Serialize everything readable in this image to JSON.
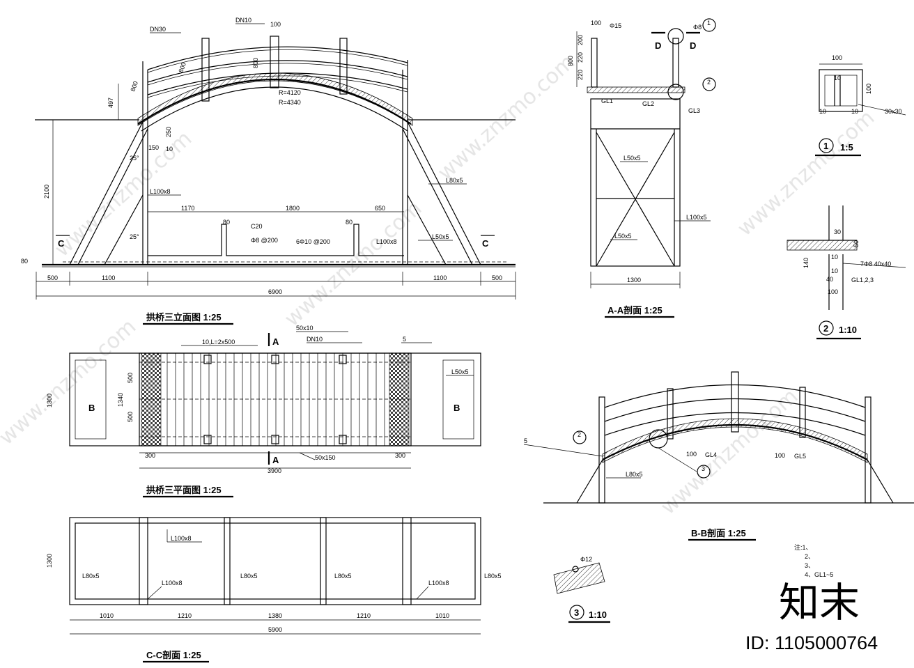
{
  "watermark": {
    "brand": "知末",
    "id_text": "ID: 1105000764",
    "site": "www.znzmo.com"
  },
  "elevation": {
    "title": "拱桥三立面图  1:25",
    "labels": {
      "dn30": "DN30",
      "dn10": "DN10",
      "d100": "100",
      "d800a": "800",
      "d800b": "800",
      "d800c": "800",
      "r1": "R=4120",
      "r2": "R=4340",
      "d497": "497",
      "d250": "250",
      "d150": "150",
      "angle1": "25°",
      "angle2": "25°",
      "d2100": "2100",
      "l100x8a": "L100x8",
      "l100x8b": "L100x8",
      "l80x5": "L80x5",
      "l50x5": "L50x5",
      "d1170": "1170",
      "d1800": "1800",
      "d650": "650",
      "d80a": "80",
      "d80b": "80",
      "d80c": "80",
      "c20": "C20",
      "phi8": "Φ8 @200",
      "phi10": "6Φ10 @200",
      "secC1": "C",
      "secC2": "C",
      "d500a": "500",
      "d1100a": "1100",
      "d1100b": "1100",
      "d500b": "500",
      "d6900": "6900",
      "d10": "10"
    }
  },
  "plan": {
    "title": "拱桥三平面图  1:25",
    "labels": {
      "top_note1": "10,L=2x500",
      "top_note2": "50x10",
      "top_note3": "DN10",
      "top_note4": "5",
      "secA1": "A",
      "secA2": "A",
      "secB1": "B",
      "secB2": "B",
      "l50x5": "L50x5",
      "d1300": "1300",
      "d1340": "1340",
      "d500a": "500",
      "d500b": "500",
      "d300a": "300",
      "d300b": "300",
      "d3900": "3900",
      "bottom_note": "50x150"
    }
  },
  "section_cc": {
    "title": "C-C剖面  1:25",
    "labels": {
      "l100x8a": "L100x8",
      "l100x8b": "L100x8",
      "l100x8c": "L100x8",
      "l80x5a": "L80x5",
      "l80x5b": "L80x5",
      "l80x5c": "L80x5",
      "l80x5d": "L80x5",
      "d1300": "1300",
      "d1010a": "1010",
      "d1210a": "1210",
      "d1380": "1380",
      "d1210b": "1210",
      "d1010b": "1010",
      "d5900": "5900"
    }
  },
  "section_aa": {
    "title": "A-A剖面  1:25",
    "labels": {
      "d100": "100",
      "d200": "200",
      "d220a": "220",
      "d220b": "220",
      "d800": "800",
      "phi15": "Φ15",
      "phi8": "Φ8",
      "secD1": "D",
      "secD2": "D",
      "gl1": "GL1",
      "gl2": "GL2",
      "gl3": "GL3",
      "l50x5a": "L50x5",
      "l50x5b": "L50x5",
      "l100x5": "L100x5",
      "d1300": "1300",
      "c1": "1",
      "c2": "2"
    }
  },
  "detail1": {
    "title": "1:5",
    "num": "1",
    "labels": {
      "d100a": "100",
      "d100b": "100",
      "d10a": "10",
      "d10b": "10",
      "d10c": "10",
      "note": "30x30"
    }
  },
  "detail2": {
    "title": "1:10",
    "num": "2",
    "labels": {
      "d30": "30",
      "d50": "50",
      "d140": "140",
      "d10a": "10",
      "d10b": "10",
      "d40": "40",
      "d100": "100",
      "rebar": "7Φ8 40x40",
      "gl": "GL1,2,3"
    }
  },
  "section_bb": {
    "title": "B-B剖面  1:25",
    "labels": {
      "note5": "5",
      "c26": "2",
      "l80x5": "L80x5",
      "d100a": "100",
      "d100b": "100",
      "gl4": "GL4",
      "gl5": "GL5",
      "c3": "3"
    }
  },
  "notes": {
    "lines": [
      "注:1、",
      "2、",
      "3、",
      "4、GL1~5"
    ]
  },
  "detail3": {
    "title": "1:10",
    "num": "3",
    "label": "Φ12"
  }
}
